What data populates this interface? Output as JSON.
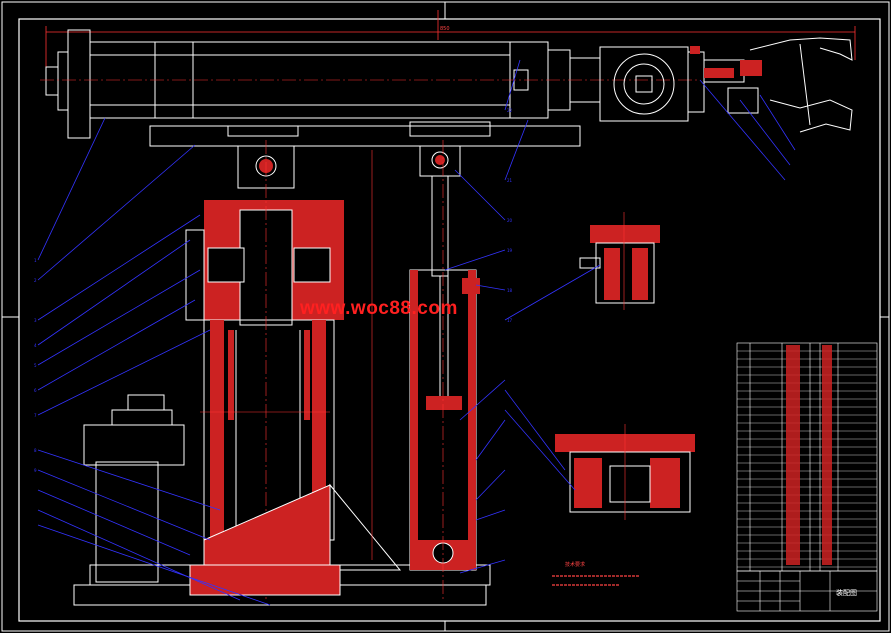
{
  "watermark": "www.woc88.com",
  "colors": {
    "background": "#000000",
    "outline": "#ffffff",
    "hatch": "#cc2222",
    "centerline": "#ff2a2a",
    "leader": "#2a2aff",
    "cyan": "#00ffff",
    "yellow": "#ffff00",
    "green": "#00cc00"
  },
  "notes_label": "技术要求",
  "title_block": {
    "title": "装配图"
  }
}
